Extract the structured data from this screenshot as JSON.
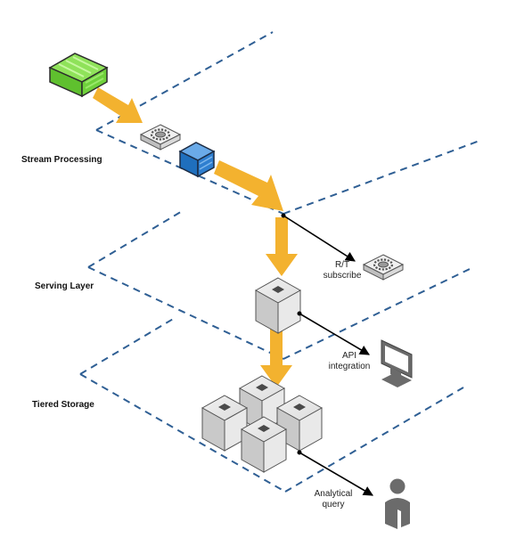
{
  "layers": {
    "stream": "Stream Processing",
    "serving": "Serving Layer",
    "storage": "Tiered Storage"
  },
  "flows": {
    "rt_line1": "R/T",
    "rt_line2": "subscribe",
    "api_line1": "API",
    "api_line2": "integration",
    "query_line1": "Analytical",
    "query_line2": "query"
  },
  "colors": {
    "plane_dash": "#2f5f94",
    "flow_arrow": "#f3b22f",
    "source_block": "#6fd13c",
    "processor_block": "#2f7fd0",
    "storage_cube": "#d8d8d8",
    "connector": "#000000",
    "icon_gray": "#6b6b6b"
  },
  "icons": {
    "source": "green-source-block-icon",
    "processor_gear": "gear-node-icon",
    "processor": "blue-processor-block-icon",
    "serving_cube": "serving-cube-icon",
    "storage_cubes": "storage-cube-icon",
    "rt_gear": "gear-node-icon",
    "monitor": "monitor-icon",
    "user": "user-icon"
  }
}
